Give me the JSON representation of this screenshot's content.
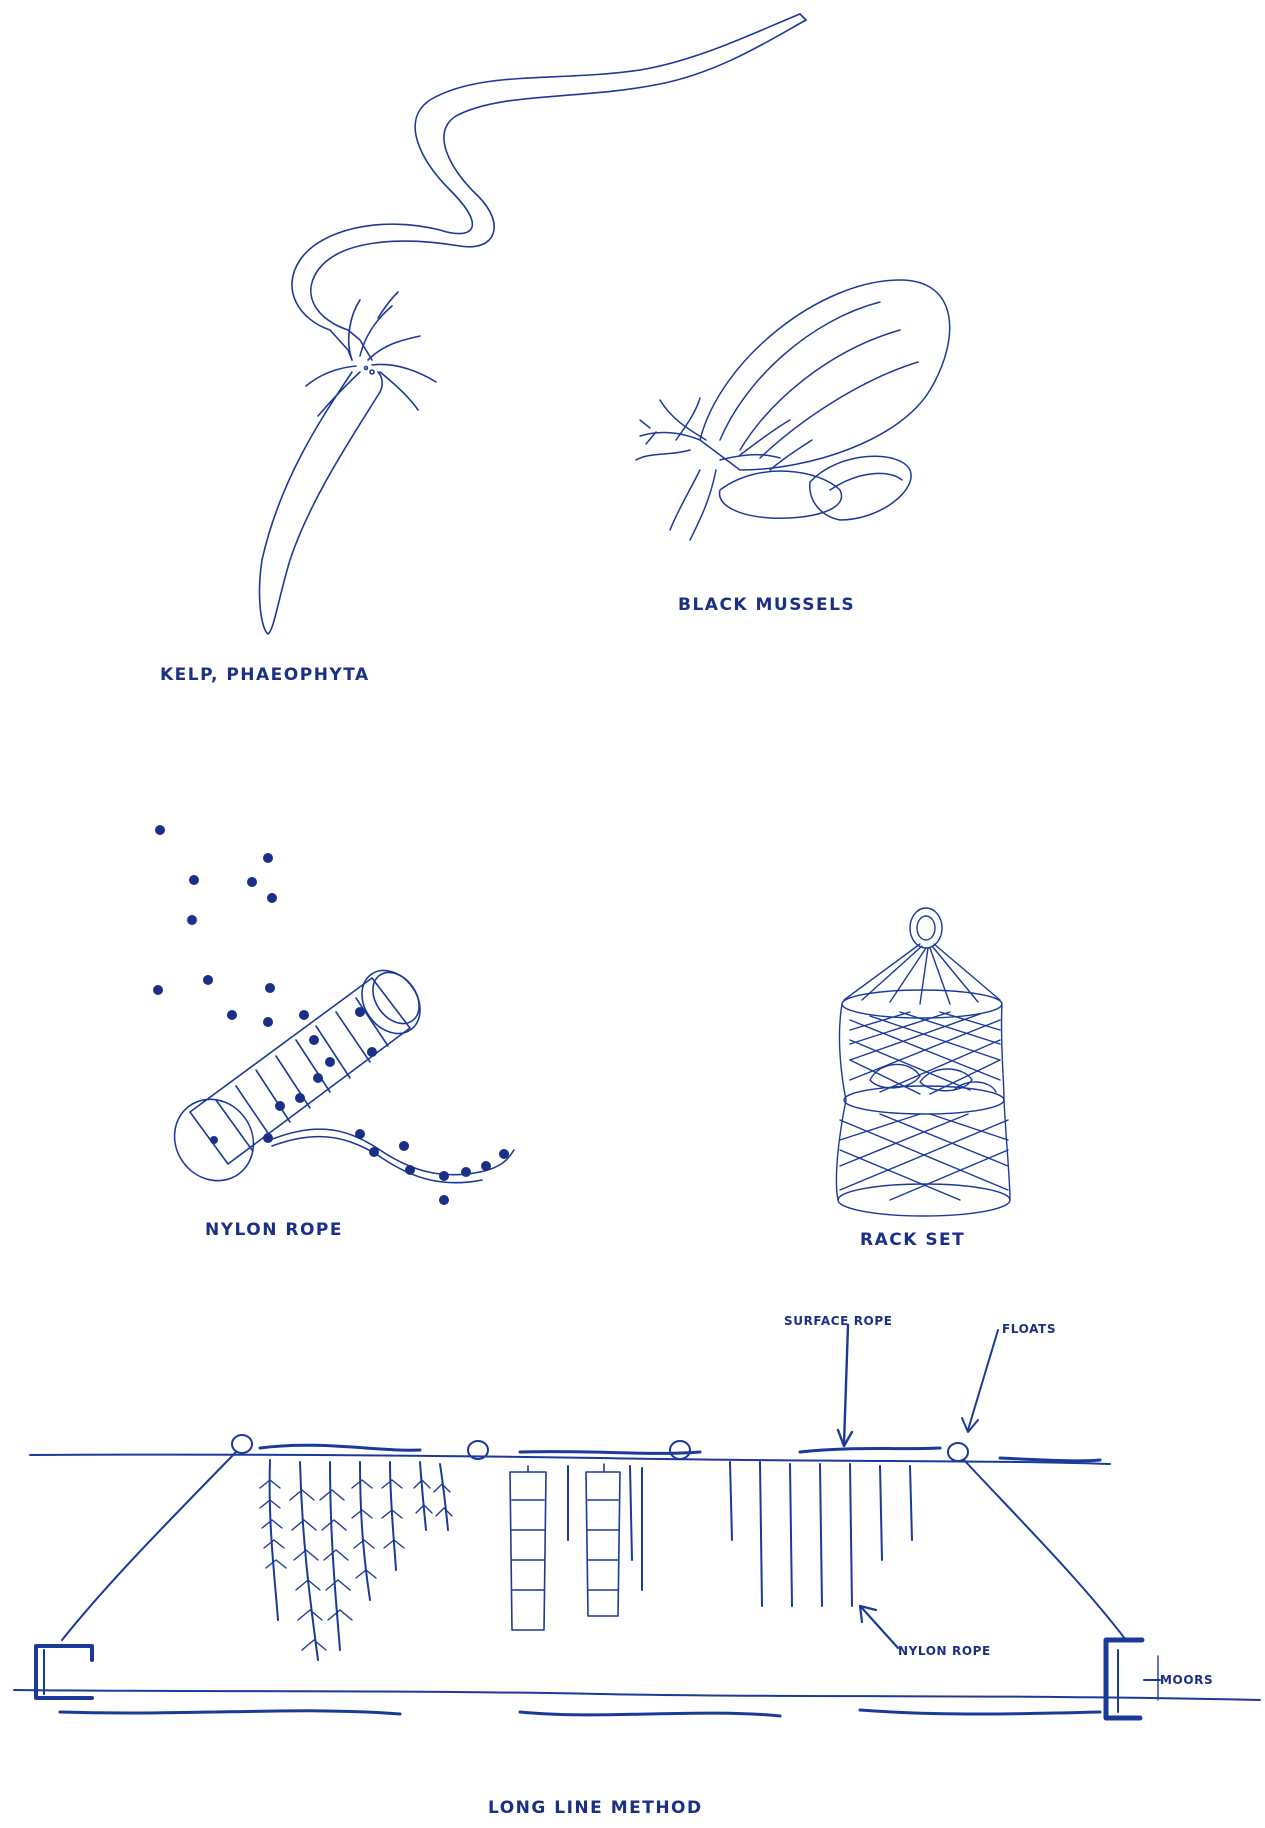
{
  "colors": {
    "ink": "#1a3a9a",
    "label": "#1a2f86",
    "background": "#ffffff"
  },
  "illustrations": {
    "kelp": {
      "label": "KELP, PHAEOPHYTA"
    },
    "mussels": {
      "label": "BLACK MUSSELS"
    },
    "nylon_rope": {
      "label": "NYLON ROPE"
    },
    "rack_set": {
      "label": "RACK SET"
    }
  },
  "long_line": {
    "title": "LONG LINE METHOD",
    "callouts": {
      "surface_rope": "SURFACE ROPE",
      "floats": "FLOATS",
      "nylon_rope": "NYLON ROPE",
      "moors": "MOORS"
    }
  }
}
